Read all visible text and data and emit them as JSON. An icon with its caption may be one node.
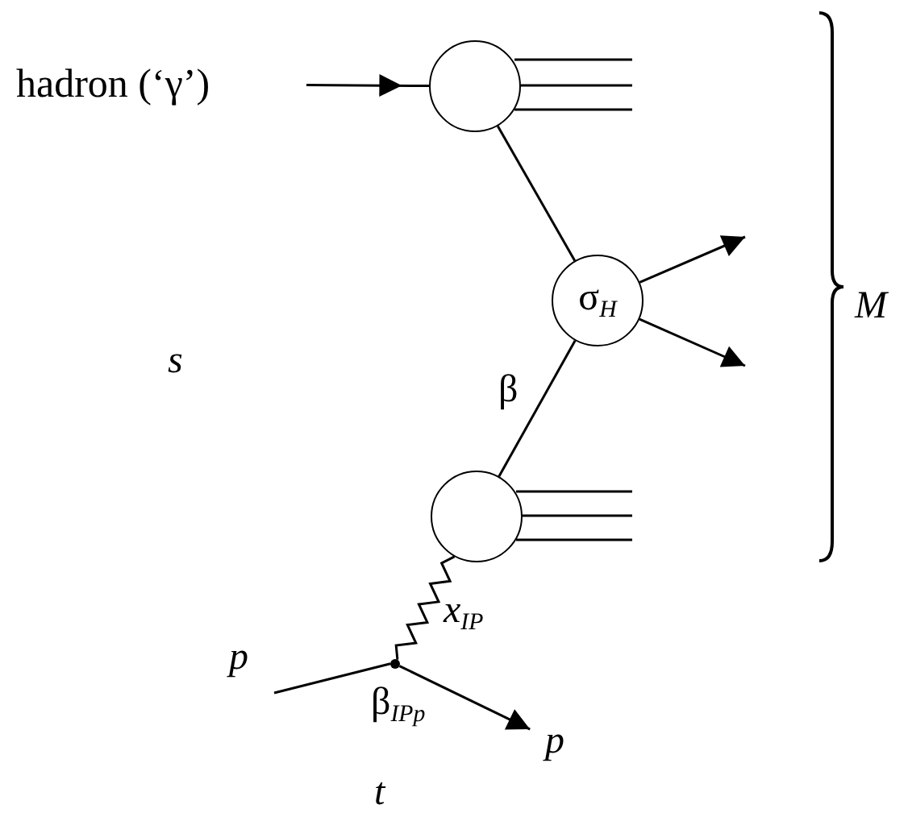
{
  "diagram": {
    "nodes": [
      {
        "text": [
          "hadron (‘γ’)"
        ]
      },
      {
        "text": [],
        "shape": "circle"
      },
      {
        "text": [
          "σ$_{H}$"
        ]
      },
      {
        "text": [],
        "shape": "circle"
      },
      {
        "text": [],
        "shape": "dot",
        "beside": [
          "β$_{IPp}$"
        ]
      },
      {
        "text": [
          "p"
        ]
      },
      {
        "text": [
          "p"
        ]
      }
    ],
    "edges": [
      {
        "from": 0,
        "to": 1,
        "arrow": "to"
      },
      {
        "from": 1,
        "to": null,
        "arrow": "none"
      },
      {
        "from": 1,
        "to": null,
        "arrow": "none"
      },
      {
        "from": 1,
        "to": null,
        "arrow": "none"
      },
      {
        "from": 1,
        "to": 2,
        "arrow": "none"
      },
      {
        "from": 2,
        "to": null,
        "arrow": "to"
      },
      {
        "from": 2,
        "to": null,
        "arrow": "to"
      },
      {
        "from": 2,
        "to": 3,
        "arrow": "none",
        "label": "β"
      },
      {
        "from": 3,
        "to": null,
        "arrow": "none"
      },
      {
        "from": 3,
        "to": null,
        "arrow": "none"
      },
      {
        "from": 3,
        "to": null,
        "arrow": "none"
      },
      {
        "from": 3,
        "to": 4,
        "arrow": "none",
        "label": "*x*$_{IP}$"
      },
      {
        "from": 5,
        "to": 4,
        "arrow": "none"
      },
      {
        "from": 4,
        "to": 6,
        "arrow": "to"
      }
    ],
    "labels": [
      "s",
      "M",
      "t"
    ]
  }
}
